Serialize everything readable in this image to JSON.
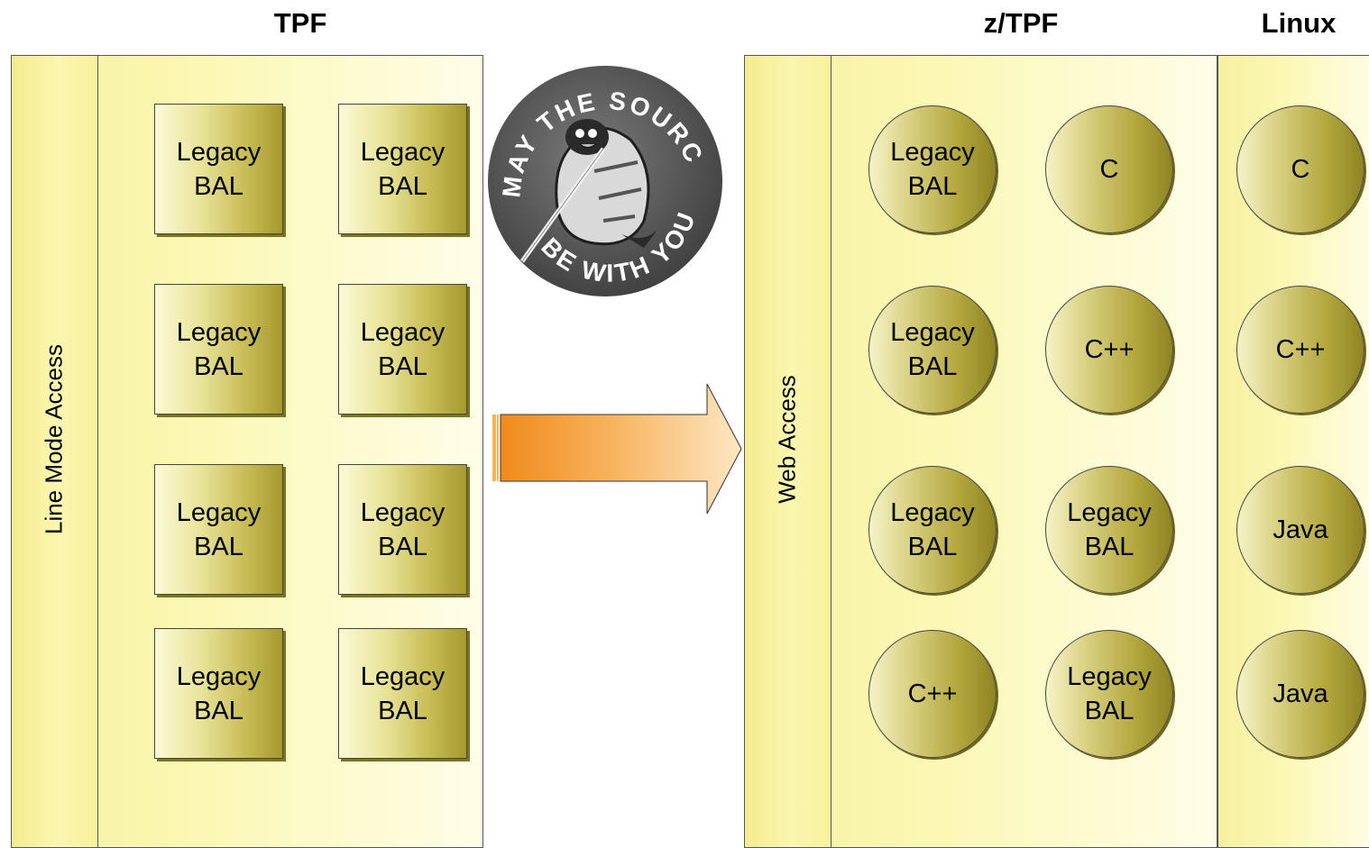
{
  "titles": {
    "tpf": "TPF",
    "ztpf": "z/TPF",
    "linux": "Linux"
  },
  "tpf": {
    "access_label": "Line Mode Access",
    "modules": [
      {
        "line1": "Legacy",
        "line2": "BAL"
      },
      {
        "line1": "Legacy",
        "line2": "BAL"
      },
      {
        "line1": "Legacy",
        "line2": "BAL"
      },
      {
        "line1": "Legacy",
        "line2": "BAL"
      },
      {
        "line1": "Legacy",
        "line2": "BAL"
      },
      {
        "line1": "Legacy",
        "line2": "BAL"
      },
      {
        "line1": "Legacy",
        "line2": "BAL"
      },
      {
        "line1": "Legacy",
        "line2": "BAL"
      }
    ]
  },
  "ztpf": {
    "access_label": "Web Access",
    "modules": [
      {
        "line1": "Legacy",
        "line2": "BAL"
      },
      {
        "line1": "C",
        "line2": ""
      },
      {
        "line1": "Legacy",
        "line2": "BAL"
      },
      {
        "line1": "C++",
        "line2": ""
      },
      {
        "line1": "Legacy",
        "line2": "BAL"
      },
      {
        "line1": "Legacy",
        "line2": "BAL"
      },
      {
        "line1": "C++",
        "line2": ""
      },
      {
        "line1": "Legacy",
        "line2": "BAL"
      }
    ]
  },
  "linux": {
    "modules": [
      {
        "line1": "C",
        "line2": ""
      },
      {
        "line1": "C++",
        "line2": ""
      },
      {
        "line1": "Java",
        "line2": ""
      },
      {
        "line1": "Java",
        "line2": ""
      }
    ]
  },
  "seal": {
    "top_text": "MAY THE SOURCE",
    "bottom_text": "BE WITH YOU"
  },
  "colors": {
    "arrow": "#f08a1c",
    "panel": "#fbf6b0",
    "module": "#b3a73e"
  }
}
